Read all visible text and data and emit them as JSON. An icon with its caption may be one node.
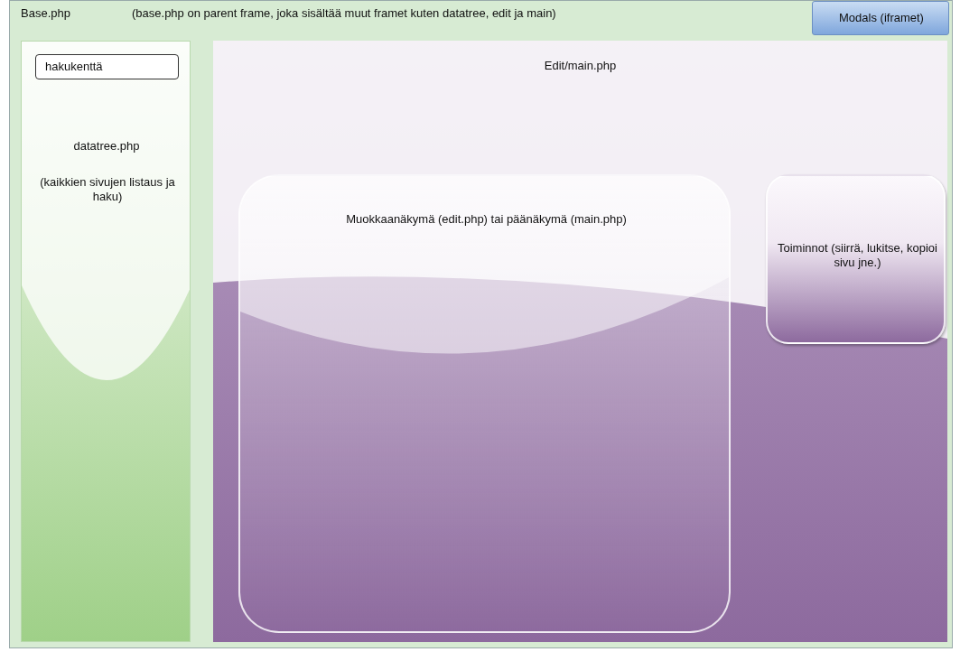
{
  "diagram": {
    "nodes": [
      {
        "text": [
          "Base.php",
          "(base.php on parent frame, joka sisältää muut framet kuten datatree, edit ja main)"
        ]
      },
      {
        "text": [
          "Modals (iframet)"
        ],
        "in": 0
      },
      {
        "text": [
          "datatree.php",
          "(kaikkien sivujen listaus ja haku)"
        ],
        "in": 0
      },
      {
        "text": [
          "hakukenttä"
        ],
        "in": 2
      },
      {
        "text": [
          "Edit/main.php"
        ],
        "in": 0
      },
      {
        "text": [
          "Muokkaanäkymä (edit.php) tai päänäkymä (main.php)"
        ],
        "in": 4
      },
      {
        "text": [
          "Toiminnot (siirrä, lukitse, kopioi sivu jne.)"
        ],
        "in": 4
      }
    ]
  }
}
